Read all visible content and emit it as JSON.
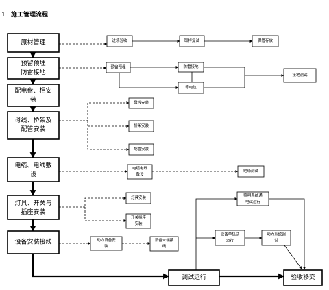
{
  "heading": {
    "number": "1",
    "title": "施工管理流程"
  },
  "main_steps": [
    {
      "id": "raw",
      "lines": [
        "原材管理"
      ]
    },
    {
      "id": "embed",
      "lines": [
        "预留预埋",
        "防雷接地"
      ]
    },
    {
      "id": "cabinet",
      "lines": [
        "配电盘、柜安",
        "装"
      ]
    },
    {
      "id": "bus",
      "lines": [
        "母线、桥架及",
        "配管安装"
      ]
    },
    {
      "id": "cable",
      "lines": [
        "电缆、电线敷",
        "设"
      ]
    },
    {
      "id": "lamp",
      "lines": [
        "灯具、开关与",
        "插座安装"
      ]
    },
    {
      "id": "wiring",
      "lines": [
        "设备安装接线"
      ]
    },
    {
      "id": "commission",
      "lines": [
        "调试运行"
      ]
    },
    {
      "id": "accept",
      "lines": [
        "验收移交"
      ]
    }
  ],
  "sub_steps": [
    {
      "id": "inspect",
      "lines": [
        "进场验收"
      ]
    },
    {
      "id": "sample",
      "lines": [
        "取样复试"
      ]
    },
    {
      "id": "store",
      "lines": [
        "保管存放"
      ]
    },
    {
      "id": "reserve",
      "lines": [
        "预留预埋"
      ]
    },
    {
      "id": "lightning",
      "lines": [
        "防雷接地"
      ]
    },
    {
      "id": "equip",
      "lines": [
        "等电位"
      ]
    },
    {
      "id": "ground_test",
      "lines": [
        "接地测试"
      ]
    },
    {
      "id": "bus_inst",
      "lines": [
        "母线安装"
      ]
    },
    {
      "id": "tray_inst",
      "lines": [
        "桥架安装"
      ]
    },
    {
      "id": "pipe_inst",
      "lines": [
        "配管安装"
      ]
    },
    {
      "id": "cable_lay",
      "lines": [
        "电缆电线",
        "敷设"
      ]
    },
    {
      "id": "insul",
      "lines": [
        "绝缘测试"
      ]
    },
    {
      "id": "lamp_inst",
      "lines": [
        "灯具安装"
      ]
    },
    {
      "id": "switch_inst",
      "lines": [
        "开关插座",
        "安装"
      ]
    },
    {
      "id": "power_inst",
      "lines": [
        "动力设备安",
        "装"
      ]
    },
    {
      "id": "term",
      "lines": [
        "设备末端接",
        "线"
      ]
    },
    {
      "id": "light_sys",
      "lines": [
        "照明系统通",
        "电试运行"
      ]
    },
    {
      "id": "single",
      "lines": [
        "设备单机试",
        "运行"
      ]
    },
    {
      "id": "power_sys",
      "lines": [
        "动力系统调",
        "试"
      ]
    }
  ]
}
